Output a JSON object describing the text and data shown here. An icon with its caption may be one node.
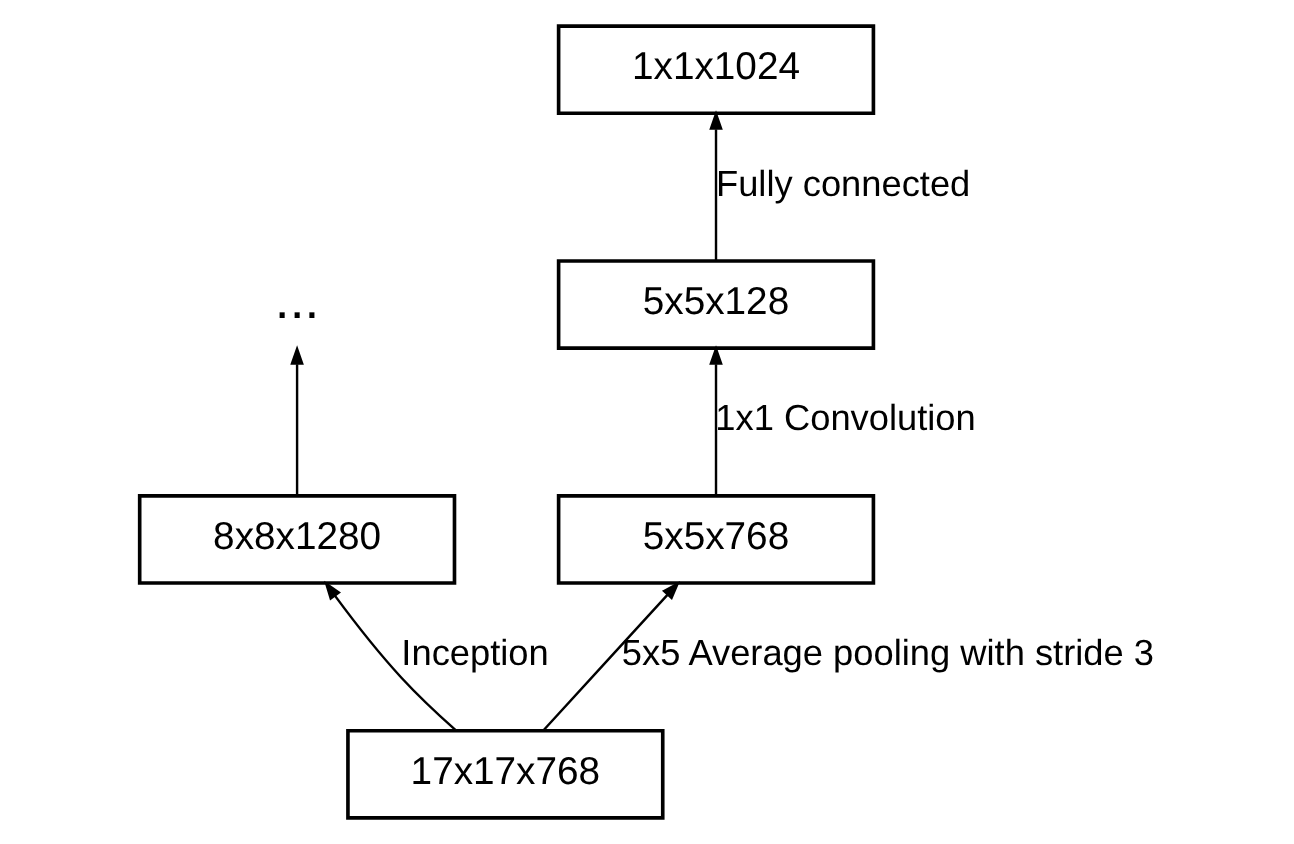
{
  "diagram": {
    "nodes": [
      {
        "text": [
          "..."
        ]
      },
      {
        "text": [
          "1x1x1024"
        ]
      },
      {
        "text": [
          "8x8x1280"
        ]
      },
      {
        "text": [
          "5x5x128"
        ]
      },
      {
        "text": [
          "5x5x768"
        ]
      },
      {
        "text": [
          "17x17x768"
        ]
      }
    ],
    "edges": [
      {
        "from": 2,
        "to": 0,
        "arrow": "to"
      },
      {
        "from": 5,
        "to": 2,
        "arrow": "to",
        "label": "Inception"
      },
      {
        "from": 5,
        "to": 4,
        "arrow": "to",
        "label": "5x5 Average pooling with stride 3"
      },
      {
        "from": 4,
        "to": 3,
        "arrow": "to",
        "label": "1x1 Convolution"
      },
      {
        "from": 3,
        "to": 1,
        "arrow": "to",
        "label": "Fully connected"
      }
    ]
  }
}
